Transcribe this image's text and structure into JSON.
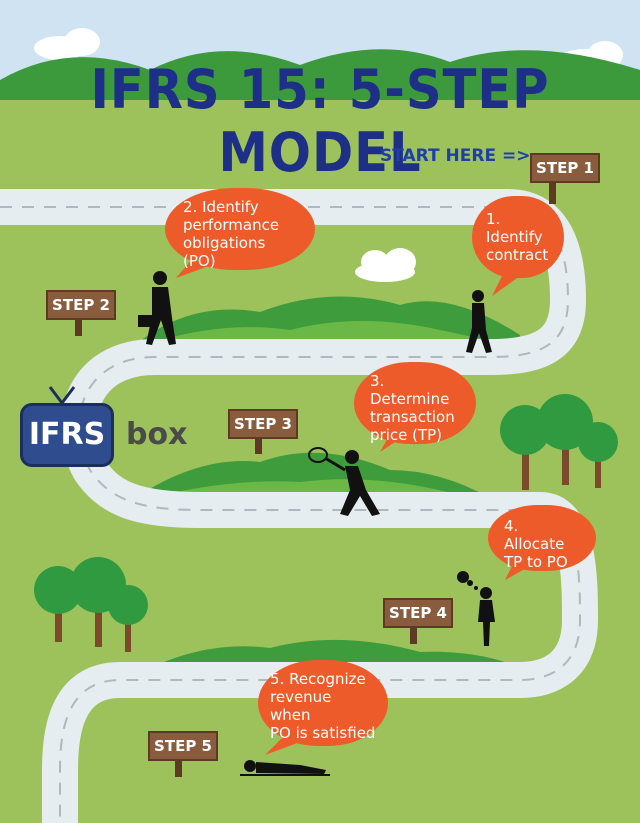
{
  "title": "IFRS 15: 5-STEP MODEL",
  "start_label": "START HERE =>",
  "logo": {
    "box_text": "IFRS",
    "word": "box"
  },
  "steps": [
    {
      "sign": "STEP 1",
      "lines": [
        "1. Identify",
        "contract"
      ]
    },
    {
      "sign": "STEP 2",
      "lines": [
        "2. Identify",
        "performance",
        "obligations (PO)"
      ]
    },
    {
      "sign": "STEP 3",
      "lines": [
        "3. Determine",
        "transaction",
        "price (TP)"
      ]
    },
    {
      "sign": "STEP 4",
      "lines": [
        "4. Allocate",
        "TP to PO"
      ]
    },
    {
      "sign": "STEP 5",
      "lines": [
        "5. Recognize",
        "revenue when",
        "PO is satisfied"
      ]
    }
  ],
  "colors": {
    "grass": "#9dc25c",
    "road": "#e6edf1",
    "bubble": "#ee5b2a",
    "title": "#1e2f88",
    "sign": "#8a5c3e"
  },
  "icons": [
    "walking-man-icon",
    "businessman-briefcase-icon",
    "man-with-net-icon",
    "thinking-woman-icon",
    "lying-person-icon",
    "tree-icon",
    "cloud-icon",
    "tv-antenna-icon"
  ]
}
